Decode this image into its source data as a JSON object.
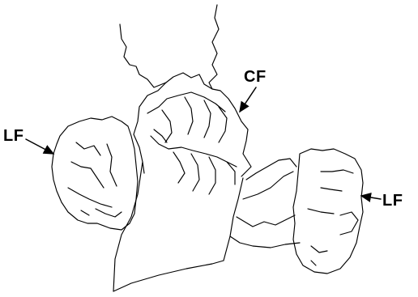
{
  "labels": {
    "left": "LF",
    "center": "CF",
    "right": "LF"
  },
  "colors": {
    "ink": "#000000",
    "background": "#ffffff"
  }
}
